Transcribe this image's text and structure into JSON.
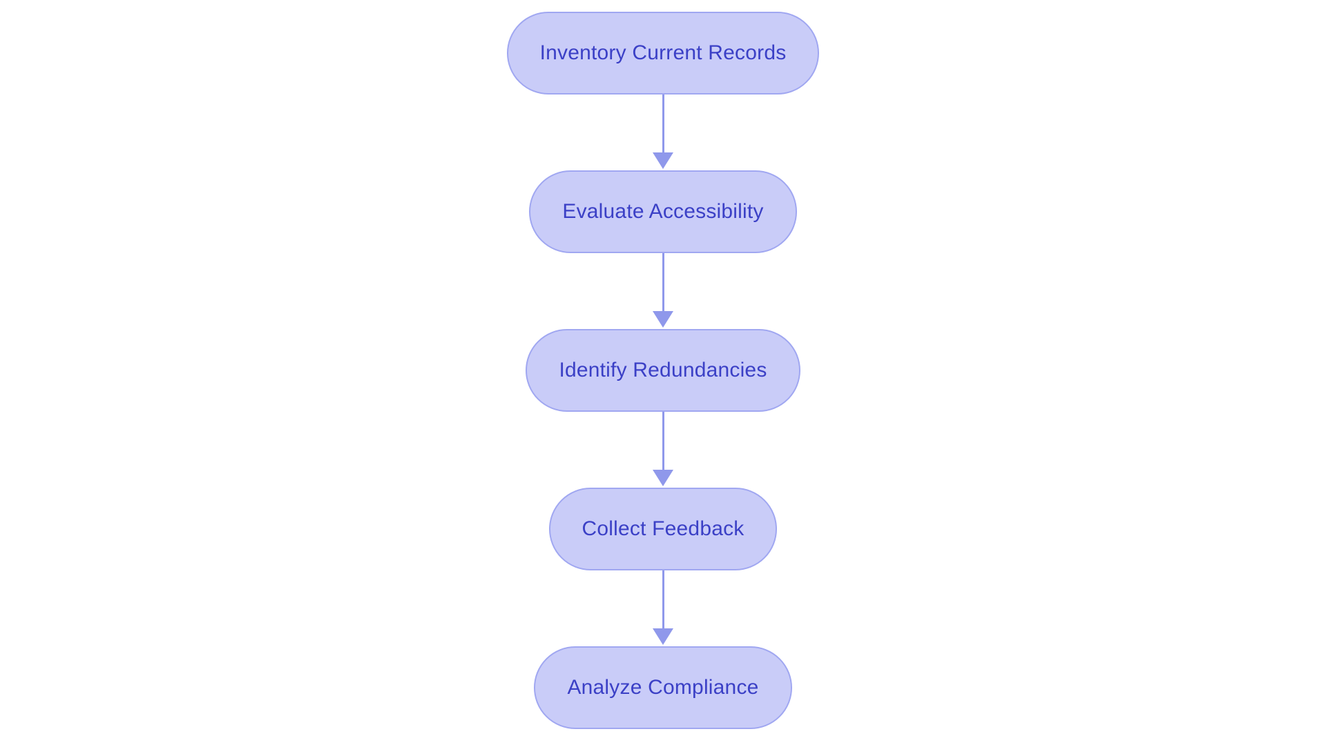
{
  "diagram": {
    "type": "flowchart",
    "direction": "top-down",
    "colors": {
      "background": "#ffffff",
      "node_fill": "#c9ccf8",
      "node_border": "#a0a7f1",
      "node_text": "#3b40c6",
      "arrow": "#8f98eb"
    },
    "steps": [
      {
        "label": "Inventory Current Records"
      },
      {
        "label": "Evaluate Accessibility"
      },
      {
        "label": "Identify Redundancies"
      },
      {
        "label": "Collect Feedback"
      },
      {
        "label": "Analyze Compliance"
      }
    ],
    "connections": [
      {
        "from": "Inventory Current Records",
        "to": "Evaluate Accessibility"
      },
      {
        "from": "Evaluate Accessibility",
        "to": "Identify Redundancies"
      },
      {
        "from": "Identify Redundancies",
        "to": "Collect Feedback"
      },
      {
        "from": "Collect Feedback",
        "to": "Analyze Compliance"
      }
    ]
  }
}
